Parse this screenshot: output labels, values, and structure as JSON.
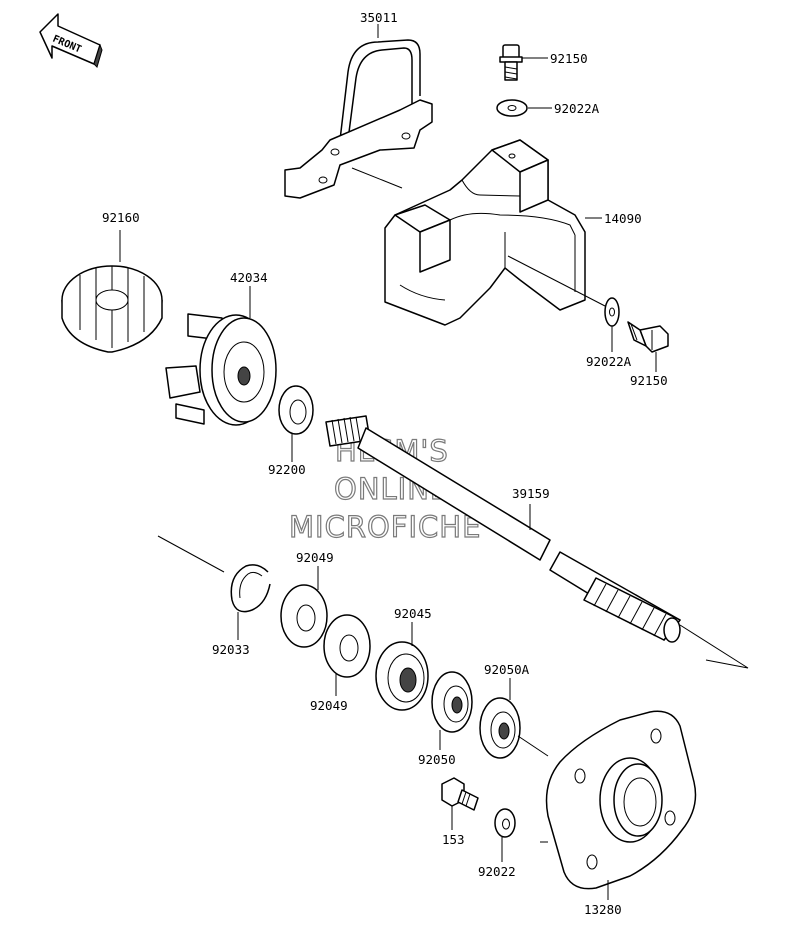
{
  "front_label": "FRONT",
  "watermark": [
    "HLSM'S",
    "ONLINE",
    "MICROFICHE"
  ],
  "parts": {
    "p35011": "35011",
    "p92150_top": "92150",
    "p92022a_top": "92022A",
    "p14090": "14090",
    "p92022a_bot": "92022A",
    "p92150_bot": "92150",
    "p92160": "92160",
    "p42034": "42034",
    "p92200": "92200",
    "p39159": "39159",
    "p92049_top": "92049",
    "p92033": "92033",
    "p92049_bot": "92049",
    "p92045": "92045",
    "p92050a": "92050A",
    "p92050": "92050",
    "p153": "153",
    "p92022": "92022",
    "p13280": "13280"
  }
}
